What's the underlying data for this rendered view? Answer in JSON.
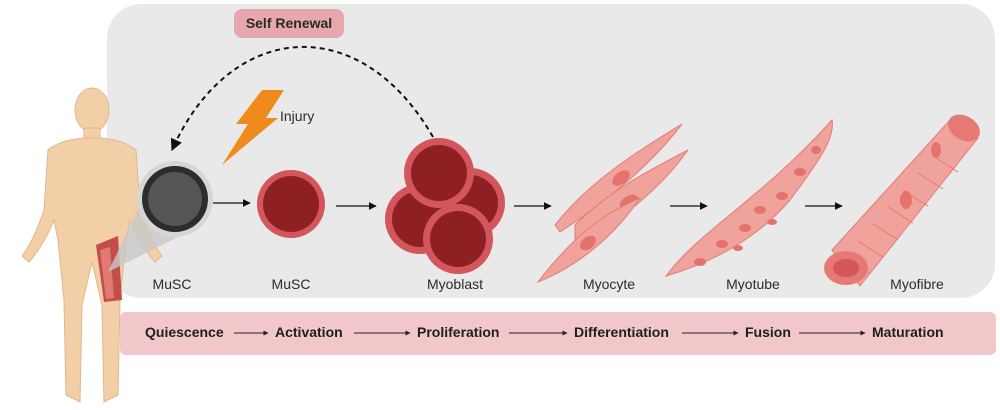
{
  "self_renewal": "Self Renewal",
  "injury": "Injury",
  "cells": [
    "MuSC",
    "MuSC",
    "Myoblast",
    "Myocyte",
    "Myotube",
    "Myofibre"
  ],
  "stages": [
    "Quiescence",
    "Activation",
    "Proliferation",
    "Differentiation",
    "Fusion",
    "Maturation"
  ],
  "colors": {
    "panel": "#e9e9e9",
    "stage_bar": "#f2c7c9",
    "self_renewal_badge": "#e6a8ac",
    "cell_dark_red": "#8e2024",
    "cell_rim": "#d4565d",
    "myocyte": "#f0a39c",
    "lightning": "#f08a1c",
    "skin": "#f3cfa8"
  },
  "icons": [
    "human-body-icon",
    "lightning-icon",
    "quiescent-cell-icon",
    "activated-cell-icon",
    "myoblast-cluster-icon",
    "myocyte-icon",
    "myotube-icon",
    "myofibre-icon"
  ]
}
